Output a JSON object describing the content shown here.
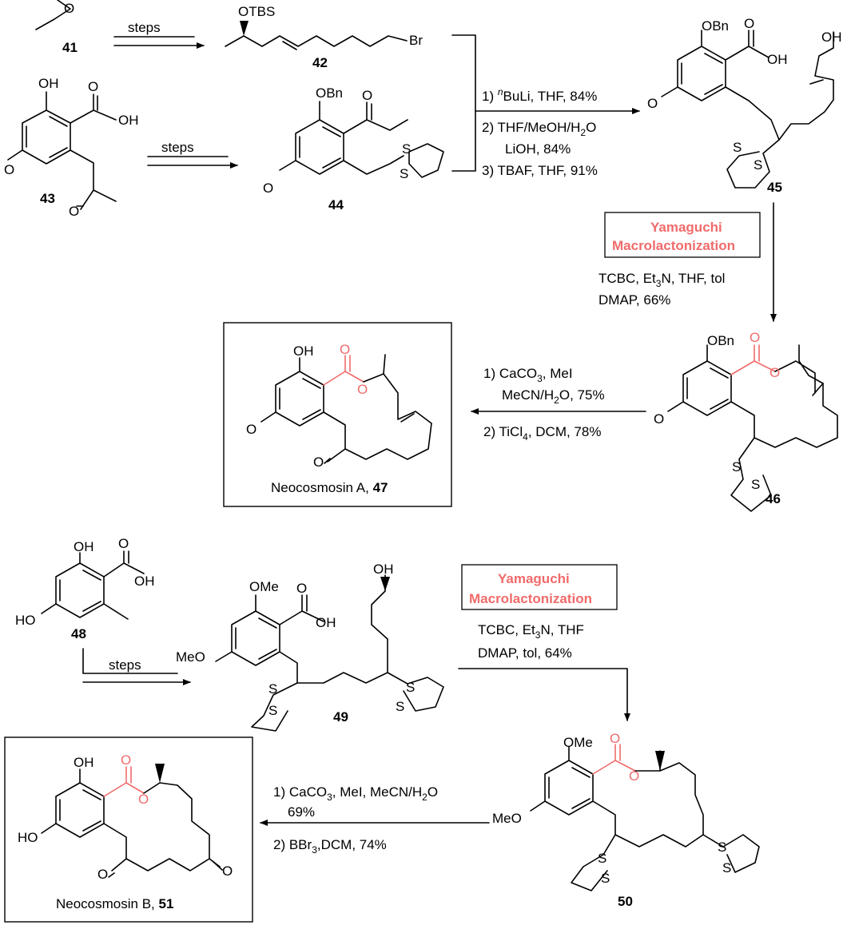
{
  "compounds": {
    "c41": "41",
    "c42": "42",
    "c43": "43",
    "c44": "44",
    "c45": "45",
    "c46": "46",
    "c48": "48",
    "c49": "49",
    "c50": "50",
    "c51": "51",
    "c47": "47"
  },
  "atoms": {
    "otbs": "OTBS",
    "br": "Br",
    "oh": "OH",
    "obn": "OBn",
    "ome": "OMe",
    "meo": "MeO",
    "ho": "HO",
    "o": "O",
    "s": "S"
  },
  "arrows": {
    "steps": "steps"
  },
  "conditions_45": {
    "l1a": "1) ",
    "l1b": "n",
    "l1c": "BuLi, THF, 84%",
    "l2a": "2) THF/MeOH/H",
    "l2b": "2",
    "l2c": "O",
    "l3": "LiOH, 84%",
    "l4": "3) TBAF, THF, 91%"
  },
  "yamaguchi": {
    "line1": "Yamaguchi",
    "line2": "Macrolactonization"
  },
  "conditions_46": {
    "l1a": "TCBC, Et",
    "l1b": "3",
    "l1c": "N, THF, tol",
    "l2": "DMAP, 66%"
  },
  "conditions_47": {
    "l1a": "1) CaCO",
    "l1b": "3",
    "l1c": ", MeI",
    "l2a": "MeCN/H",
    "l2b": "2",
    "l2c": "O, 75%",
    "l3a": "2) TiCl",
    "l3b": "4",
    "l3c": ", DCM, 78%"
  },
  "conditions_50": {
    "l1a": "TCBC, Et",
    "l1b": "3",
    "l1c": "N, THF",
    "l2": "DMAP, tol, 64%"
  },
  "conditions_51": {
    "l1a": "1) CaCO",
    "l1b": "3",
    "l1c": ", MeI, MeCN/H",
    "l1d": "2",
    "l1e": "O",
    "l2": "69%",
    "l3a": "2) BBr",
    "l3b": "3",
    "l3c": ",DCM, 74%"
  },
  "products": {
    "p47": "Neocosmosin A, ",
    "p51": "Neocosmosin B, "
  },
  "colors": {
    "highlight": "#f06b6b",
    "ink": "#000000"
  }
}
